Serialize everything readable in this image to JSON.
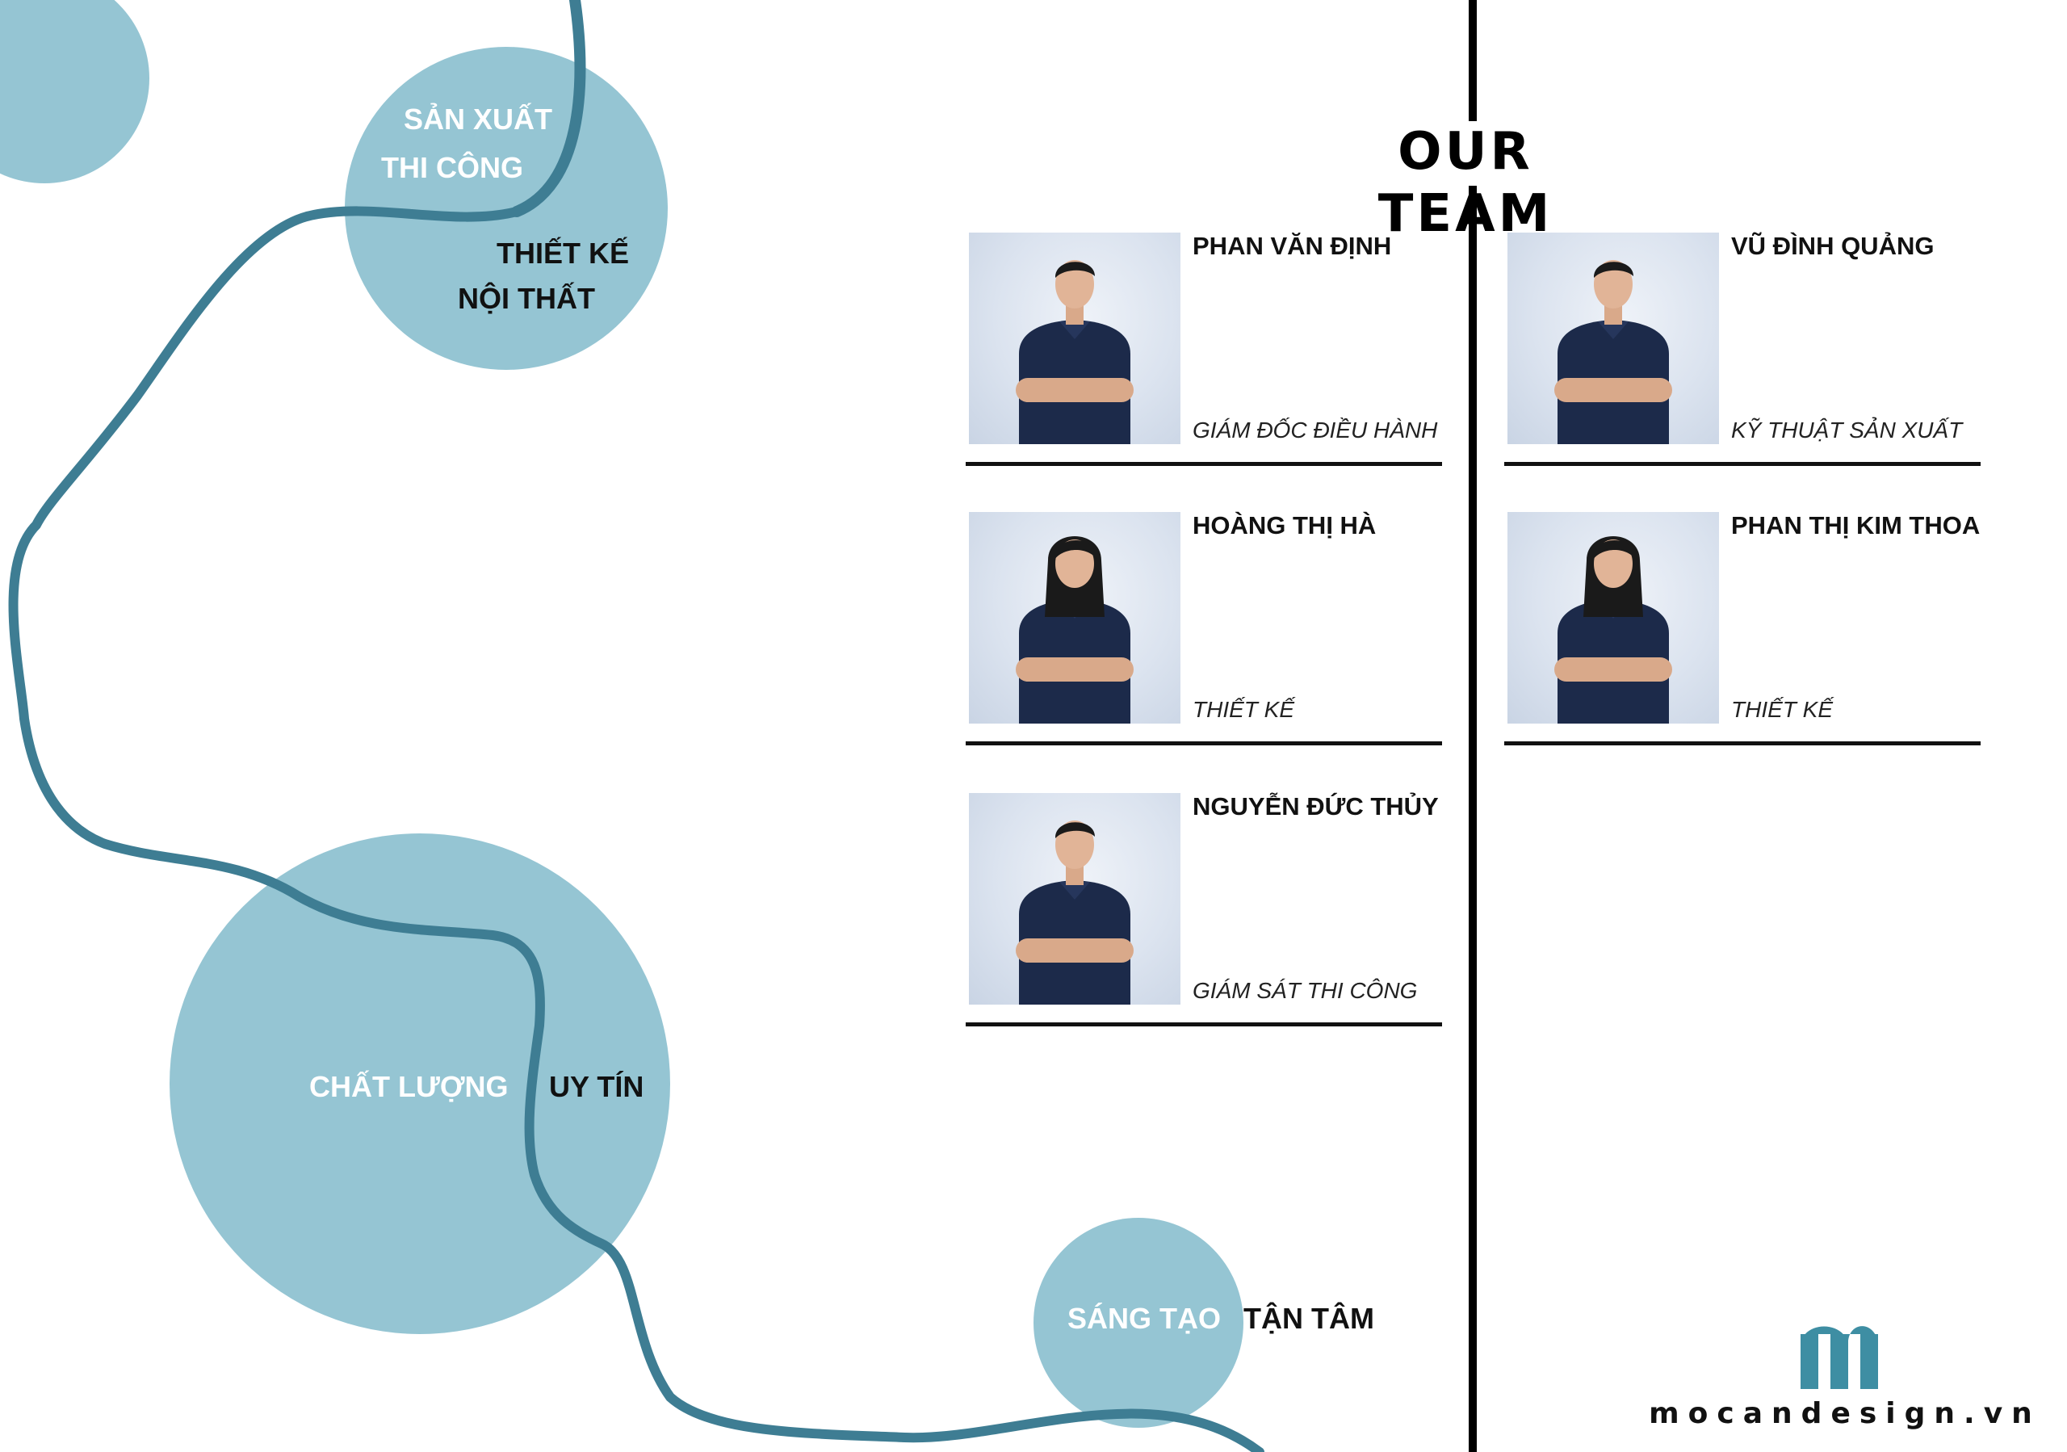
{
  "title": "OUR TEAM",
  "colors": {
    "circle": "#95c5d3",
    "river": "#3e7d93",
    "ink": "#111111",
    "logo": "#3e8ea3"
  },
  "values": {
    "production": [
      "SẢN XUẤT",
      "THI CÔNG"
    ],
    "interior": [
      "THIẾT KẾ",
      "NỘI THẤT"
    ],
    "quality": "CHẤT LƯỢNG",
    "trust": "UY TÍN",
    "creative": "SÁNG TẠO",
    "dedicated": "TẬN TÂM"
  },
  "members": [
    {
      "name": "PHAN VĂN ĐỊNH",
      "role": "GIÁM ĐỐC ĐIỀU HÀNH",
      "gender": "male"
    },
    {
      "name": "VŨ ĐÌNH QUẢNG",
      "role": "KỸ THUẬT SẢN XUẤT",
      "gender": "male"
    },
    {
      "name": "HOÀNG THỊ HÀ",
      "role": "THIẾT KẾ",
      "gender": "female"
    },
    {
      "name": "PHAN THỊ KIM THOA",
      "role": "THIẾT KẾ",
      "gender": "female"
    },
    {
      "name": "NGUYỄN ĐỨC THỦY",
      "role": "GIÁM SÁT THI CÔNG",
      "gender": "male"
    }
  ],
  "logo": {
    "icon": "m-logo-icon",
    "site": "mocandesign.vn"
  }
}
